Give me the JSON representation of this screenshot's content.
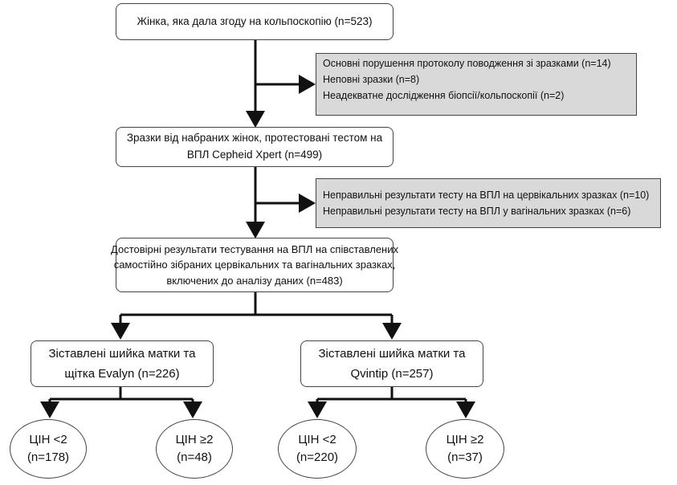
{
  "top": {
    "text": "Жінка, яка дала згоду на кольпоскопію (n=523)"
  },
  "exclusion1": {
    "lines": [
      "Основні порушення протоколу поводження зі зразками (n=14)",
      "Неповні зразки (n=8)",
      "Неадекватне дослідження біопсії/кольпоскопії (n=2)"
    ]
  },
  "tested": {
    "lines": [
      "Зразки від набраних жінок, протестовані тестом на",
      "ВПЛ Cepheid Xpert (n=499)"
    ]
  },
  "exclusion2": {
    "lines": [
      "Неправильні результати тесту на ВПЛ на цервікальних зразках (n=10)",
      "Неправильні результати тесту на ВПЛ у вагінальних зразках (n=6)"
    ]
  },
  "valid": {
    "lines": [
      "Достовірні результати тестування на ВПЛ на співставлених",
      "самостійно зібраних цервікальних та вагінальних зразках,",
      "включених до аналізу даних (n=483)"
    ]
  },
  "branch_left": {
    "lines": [
      "Зіставлені шийка матки та",
      "щітка Evalyn (n=226)"
    ]
  },
  "branch_right": {
    "lines": [
      "Зіставлені шийка матки та",
      "Qvintip (n=257)"
    ]
  },
  "leaves": [
    {
      "lines": [
        "ЦІН <2",
        "(n=178)"
      ]
    },
    {
      "lines": [
        "ЦІН ≥2",
        "(n=48)"
      ]
    },
    {
      "lines": [
        "ЦІН <2",
        "(n=220)"
      ]
    },
    {
      "lines": [
        "ЦІН ≥2",
        "(n=37)"
      ]
    }
  ]
}
